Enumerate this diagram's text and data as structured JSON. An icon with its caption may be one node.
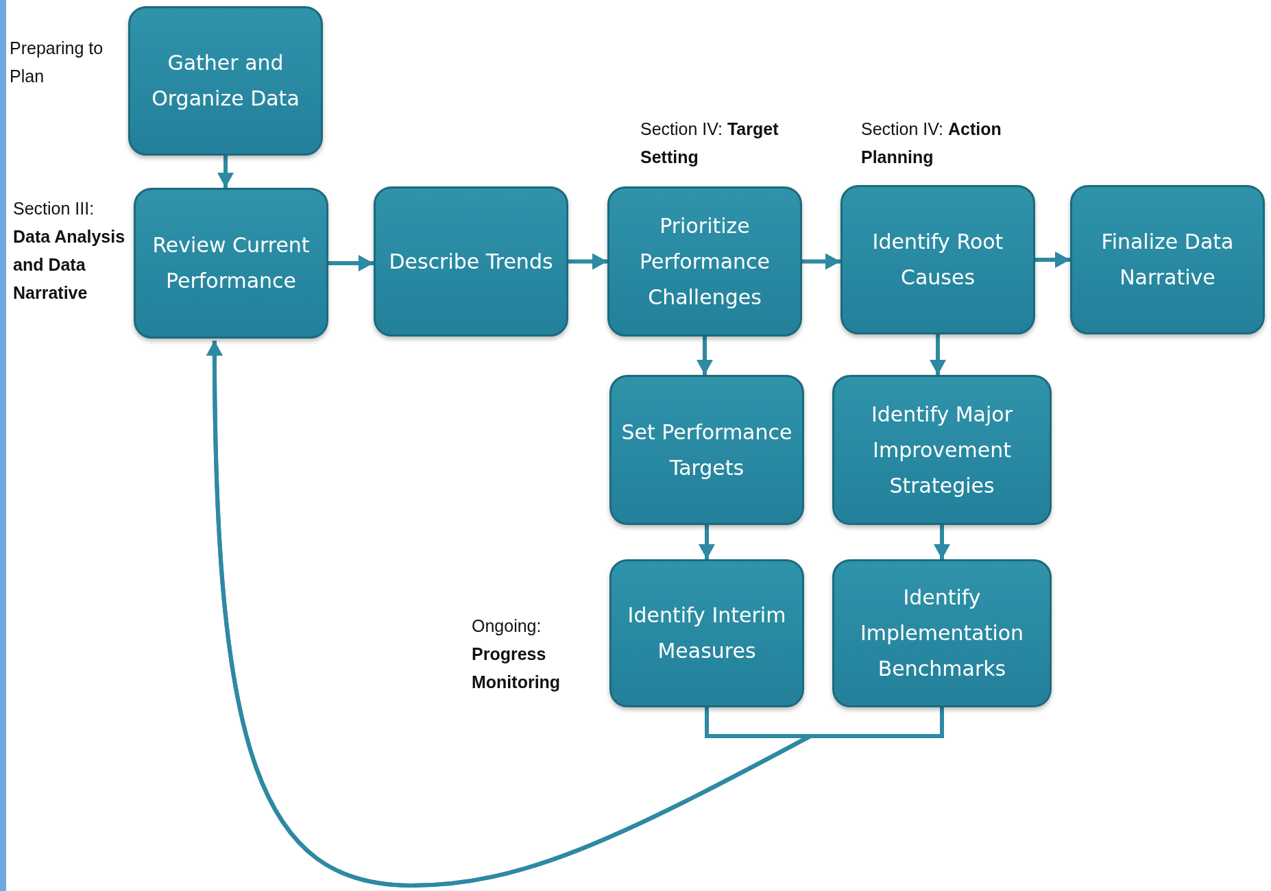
{
  "diagram": {
    "nodes": [
      {
        "text": [
          "Gather and Organize Data"
        ]
      },
      {
        "text": [
          "Review Current Performance"
        ]
      },
      {
        "text": [
          "Describe Trends"
        ]
      },
      {
        "text": [
          "Prioritize Performance Challenges"
        ]
      },
      {
        "text": [
          "Identify Root Causes"
        ]
      },
      {
        "text": [
          "Finalize Data Narrative"
        ]
      },
      {
        "text": [
          "Set Performance Targets"
        ]
      },
      {
        "text": [
          "Identify Major Improvement Strategies"
        ]
      },
      {
        "text": [
          "Identify Interim Measures"
        ]
      },
      {
        "text": [
          "Identify Implementation Benchmarks"
        ]
      }
    ],
    "edges": [
      {
        "from": 0,
        "to": 1,
        "arrow": "to"
      },
      {
        "from": 1,
        "to": 2,
        "arrow": "to"
      },
      {
        "from": 2,
        "to": 3,
        "arrow": "to"
      },
      {
        "from": 3,
        "to": 4,
        "arrow": "to"
      },
      {
        "from": 4,
        "to": 5,
        "arrow": "to"
      },
      {
        "from": 3,
        "to": 6,
        "arrow": "to"
      },
      {
        "from": 4,
        "to": 7,
        "arrow": "to"
      },
      {
        "from": 6,
        "to": 8,
        "arrow": "to"
      },
      {
        "from": 7,
        "to": 9,
        "arrow": "to"
      },
      {
        "from": 8,
        "to": 1,
        "arrow": "to"
      },
      {
        "from": 9,
        "to": 1,
        "arrow": "to"
      }
    ],
    "labels": [
      "Preparing to Plan",
      "Section III: **Data Analysis and Data Narrative**",
      "Section IV: **Target Setting**",
      "Section IV: **Action Planning**",
      "Ongoing: **Progress Monitoring**"
    ]
  }
}
